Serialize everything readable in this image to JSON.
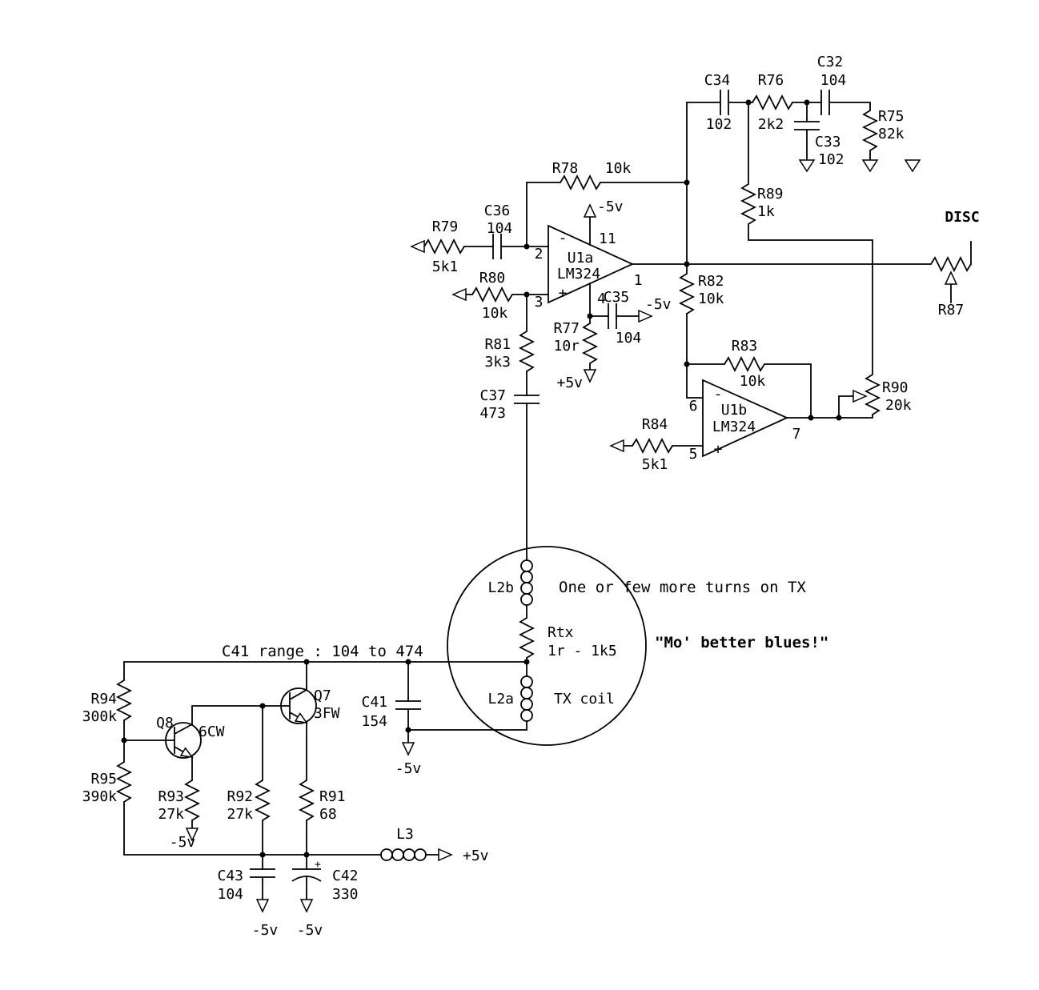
{
  "components": {
    "c32": {
      "ref": "C32",
      "value": "104"
    },
    "c34": {
      "ref": "C34",
      "value": "102"
    },
    "r76": {
      "ref": "R76",
      "value": "2k2"
    },
    "c33": {
      "ref": "C33",
      "value": "102"
    },
    "r75": {
      "ref": "R75",
      "value": "82k"
    },
    "r78": {
      "ref": "R78",
      "value": "10k"
    },
    "r89": {
      "ref": "R89",
      "value": "1k"
    },
    "r79": {
      "ref": "R79",
      "value": "5k1"
    },
    "c36": {
      "ref": "C36",
      "value": "104"
    },
    "r80": {
      "ref": "R80",
      "value": "10k"
    },
    "c35": {
      "ref": "C35",
      "value": "104"
    },
    "r77": {
      "ref": "R77",
      "value": "10r"
    },
    "r82": {
      "ref": "R82",
      "value": "10k"
    },
    "r81": {
      "ref": "R81",
      "value": "3k3"
    },
    "c37": {
      "ref": "C37",
      "value": "473"
    },
    "r83": {
      "ref": "R83",
      "value": "10k"
    },
    "r84": {
      "ref": "R84",
      "value": "5k1"
    },
    "r90": {
      "ref": "R90",
      "value": "20k"
    },
    "r87": {
      "ref": "R87"
    },
    "l2b": {
      "ref": "L2b"
    },
    "rtx": {
      "ref": "Rtx",
      "value": "1r - 1k5"
    },
    "l2a": {
      "ref": "L2a"
    },
    "r94": {
      "ref": "R94",
      "value": "300k"
    },
    "r95": {
      "ref": "R95",
      "value": "390k"
    },
    "q8": {
      "ref": "Q8",
      "value": "6CW"
    },
    "q7": {
      "ref": "Q7",
      "value": "3FW"
    },
    "c41": {
      "ref": "C41",
      "value": "154"
    },
    "r93": {
      "ref": "R93",
      "value": "27k"
    },
    "r92": {
      "ref": "R92",
      "value": "27k"
    },
    "r91": {
      "ref": "R91",
      "value": "68"
    },
    "l3": {
      "ref": "L3"
    },
    "c43": {
      "ref": "C43",
      "value": "104"
    },
    "c42": {
      "ref": "C42",
      "value": "330",
      "polarity": "+"
    }
  },
  "ics": {
    "u1a": {
      "name": "U1a",
      "part": "LM324",
      "pin_inv": "2",
      "pin_noninv": "3",
      "pin_out": "1",
      "pin_vneg": "4",
      "pin_vpos": "11"
    },
    "u1b": {
      "name": "U1b",
      "part": "LM324",
      "pin_inv": "6",
      "pin_noninv": "5",
      "pin_out": "7"
    }
  },
  "signs": {
    "minus": "-",
    "plus": "+"
  },
  "power": {
    "pos5": "+5v",
    "neg5": "-5v"
  },
  "annotations": {
    "disc": "DISC",
    "turns_note": "One or few more turns on TX",
    "blues_note": "\"Mo' better blues!\"",
    "c41_range": "C41 range : 104 to 474",
    "tx_coil": "TX coil"
  }
}
